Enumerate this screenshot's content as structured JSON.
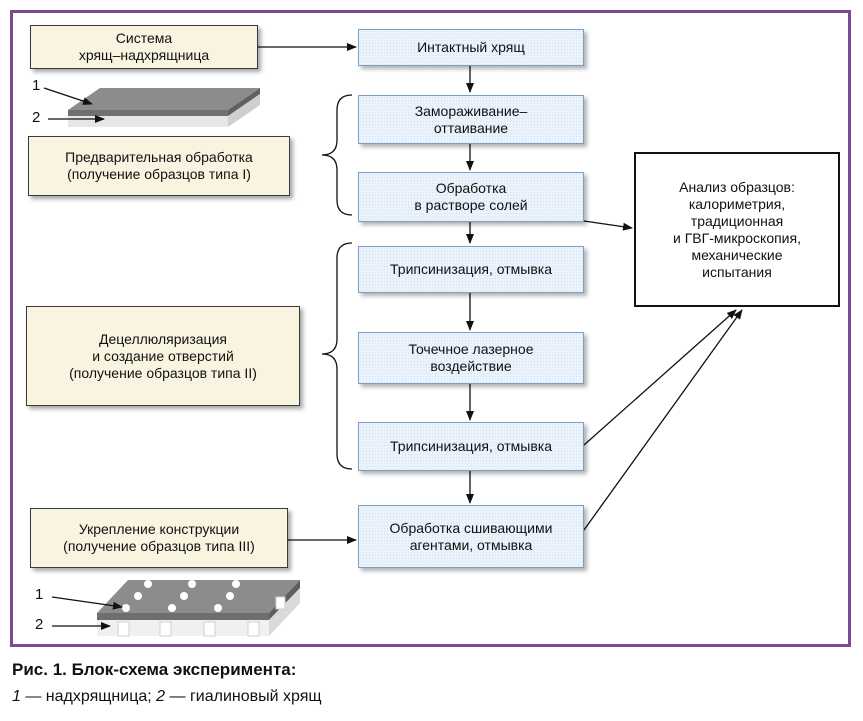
{
  "left_boxes": {
    "system": "Система\nхрящ–надхрящница",
    "pre": "Предварительная обработка\n(получение образцов типа I)",
    "decell": "Децеллюляризация\nи создание отверстий\n(получение образцов типа II)",
    "reinforce": "Укрепление конструкции\n(получение образцов типа III)"
  },
  "process": {
    "intact": "Интактный хрящ",
    "freeze": "Замораживание–\nоттаивание",
    "salt": "Обработка\nв растворе солей",
    "tryp1": "Трипсинизация, отмывка",
    "laser": "Точечное лазерное\nвоздействие",
    "tryp2": "Трипсинизация, отмывка",
    "cross": "Обработка сшивающими\nагентами, отмывка"
  },
  "analysis": "Анализ образцов:\nкалориметрия,\nтрадиционная\nи ГВГ-микроскопия,\nмеханические\nиспытания",
  "labels": {
    "one": "1",
    "two": "2"
  },
  "caption": {
    "title": "Рис. 1. Блок-схема эксперимента:",
    "n1": "1",
    "t1": " — надхрящница; ",
    "n2": "2",
    "t2": " — гиалиновый хрящ"
  },
  "colors": {
    "frame": "#7b4a96",
    "proc_border": "#7d9ec4",
    "proc_fill": "#eaf2fb",
    "left_fill": "#f8f4df"
  }
}
